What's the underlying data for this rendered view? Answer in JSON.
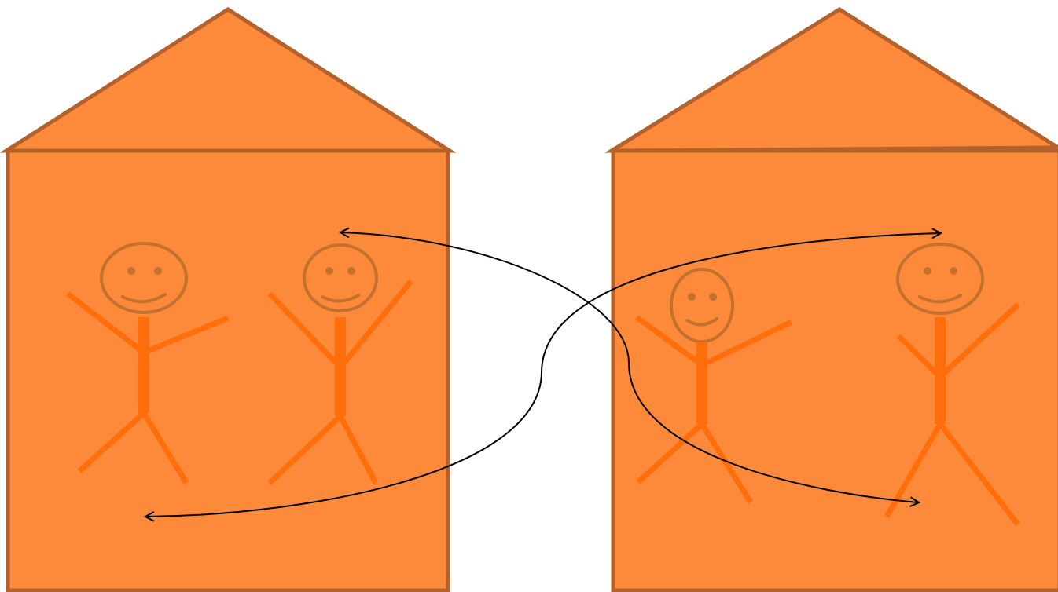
{
  "colors": {
    "background": "#ffffff",
    "house_fill": "#fd8a3a",
    "house_stroke": "#b5612b",
    "head_stroke": "#c4702f",
    "body_stroke": "#ff6e0a",
    "arrow_stroke": "#000000"
  },
  "houses": [
    {
      "name": "left-house",
      "people": [
        {
          "name": "person-left-1",
          "pose": "one-arm-raised"
        },
        {
          "name": "person-left-2",
          "pose": "arms-up"
        }
      ]
    },
    {
      "name": "right-house",
      "people": [
        {
          "name": "person-right-1",
          "pose": "one-arm-raised"
        },
        {
          "name": "person-right-2",
          "pose": "arms-up"
        }
      ]
    }
  ],
  "arrows": [
    {
      "name": "arrow-left-house-to-right-house",
      "style": "double-headed-curve"
    },
    {
      "name": "arrow-right-house-to-left-house",
      "style": "double-headed-curve"
    }
  ]
}
